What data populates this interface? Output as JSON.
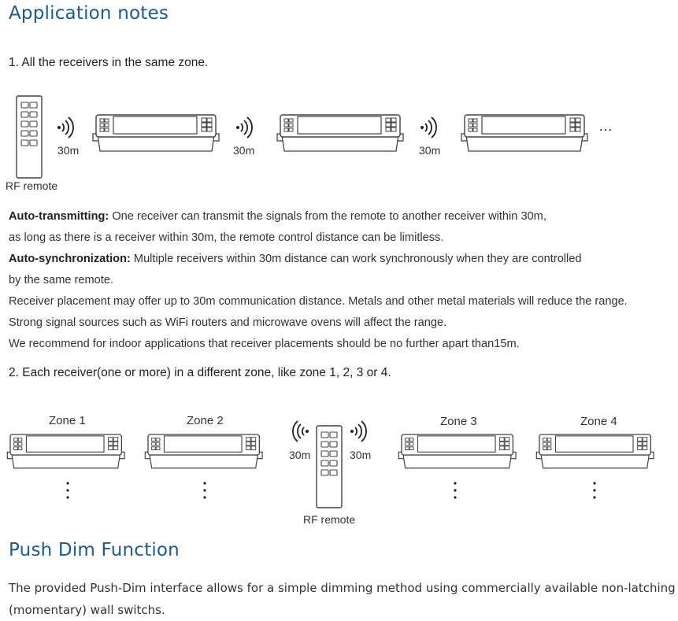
{
  "page": {
    "title": "Application notes",
    "section1": {
      "heading": "1. All the receivers in the same zone.",
      "remote_label": "RF remote",
      "distance_labels": [
        "30m",
        "30m",
        "30m"
      ],
      "ellipsis": "…"
    },
    "paragraphs": [
      {
        "bold": "Auto-transmitting:",
        "text": " One receiver can transmit the signals from the remote to another receiver within 30m,"
      },
      {
        "bold": "",
        "text": "as long as there is a receiver within 30m, the remote control distance can be limitless."
      },
      {
        "bold": "Auto-synchronization:",
        "text": " Multiple receivers within 30m distance can work synchronously when they are controlled"
      },
      {
        "bold": "",
        "text": "by the same remote."
      },
      {
        "bold": "",
        "text": "Receiver placement may offer up to 30m communication distance. Metals and other metal materials will reduce the range."
      },
      {
        "bold": "",
        "text": "Strong signal sources such as WiFi routers and microwave ovens will affect the range."
      },
      {
        "bold": "",
        "text": "We recommend for indoor applications that receiver placements should be no further apart than15m."
      }
    ],
    "section2": {
      "heading": "2. Each receiver(one or more) in a different zone, like zone 1, 2, 3 or 4.",
      "zones": [
        "Zone 1",
        "Zone 2",
        "Zone 3",
        "Zone 4"
      ],
      "left_distance": "30m",
      "right_distance": "30m",
      "remote_label": "RF remote"
    },
    "push_dim": {
      "title": "Push Dim Function",
      "lines": [
        "The provided Push-Dim interface allows for a simple dimming method using commercially available non-latching",
        "(momentary) wall switchs."
      ]
    }
  }
}
